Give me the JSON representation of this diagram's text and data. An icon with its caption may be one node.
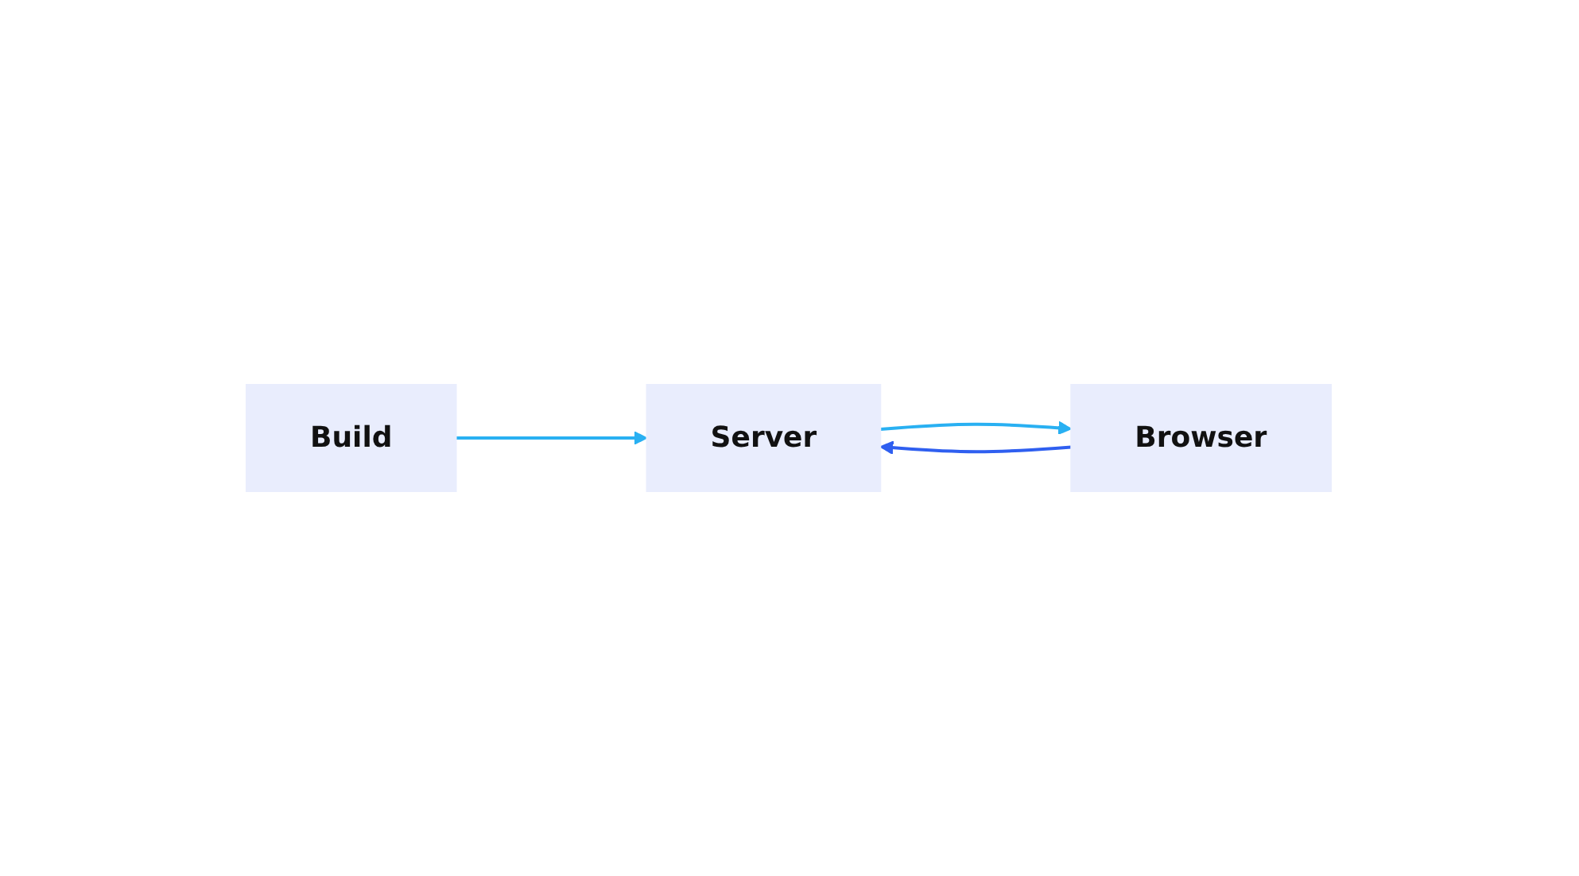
{
  "diagram": {
    "nodes": [
      {
        "text": [
          "Build"
        ]
      },
      {
        "text": [
          "Browser"
        ]
      },
      {
        "text": [
          "Server"
        ]
      }
    ],
    "edges": [
      {
        "from": 0,
        "to": 2,
        "arrow": "to"
      },
      {
        "from": 1,
        "to": 2,
        "arrow": "to",
        "color": "#2f5ff0"
      },
      {
        "from": 2,
        "to": 1,
        "arrow": "to"
      }
    ]
  }
}
